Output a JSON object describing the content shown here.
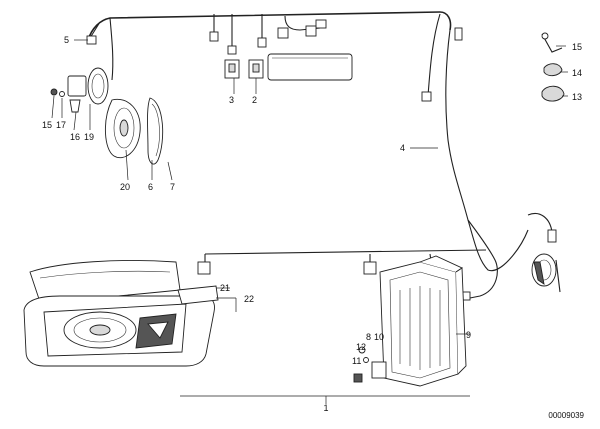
{
  "diagram": {
    "ref_number": "00009039",
    "callouts": [
      "1",
      "2",
      "3",
      "4",
      "5",
      "6",
      "7",
      "8",
      "9",
      "10",
      "11",
      "12",
      "13",
      "14",
      "15",
      "15",
      "16",
      "17",
      "19",
      "20",
      "21",
      "22"
    ]
  }
}
